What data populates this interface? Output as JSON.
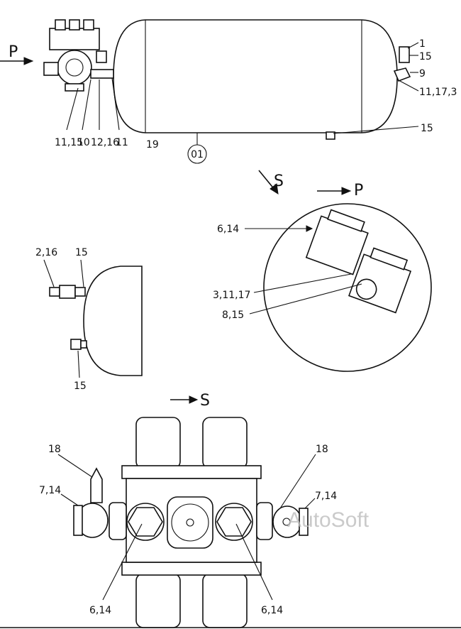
{
  "labels": {
    "tank": {
      "arrow_p": "P",
      "l1": "1",
      "l15a": "15",
      "l9": "9",
      "l11173": "11,17,3",
      "l15b": "15",
      "l1115": "11,15",
      "l10": "10",
      "l1216": "12,16",
      "l11": "11",
      "l19": "19",
      "circle": "01"
    },
    "view_s": {
      "arrow_s": "S",
      "arrow_p": "P"
    },
    "side": {
      "l216": "2,16",
      "l15a": "15",
      "l15b": "15"
    },
    "detail": {
      "l614": "6,14",
      "l31117": "3,11,17",
      "l815": "8,15"
    },
    "bottom": {
      "arrow_s": "S",
      "l18a": "18",
      "l18b": "18",
      "l714a": "7,14",
      "l714b": "7,14",
      "l614a": "6,14",
      "l614b": "6,14"
    }
  },
  "watermark": "AutoSoft"
}
